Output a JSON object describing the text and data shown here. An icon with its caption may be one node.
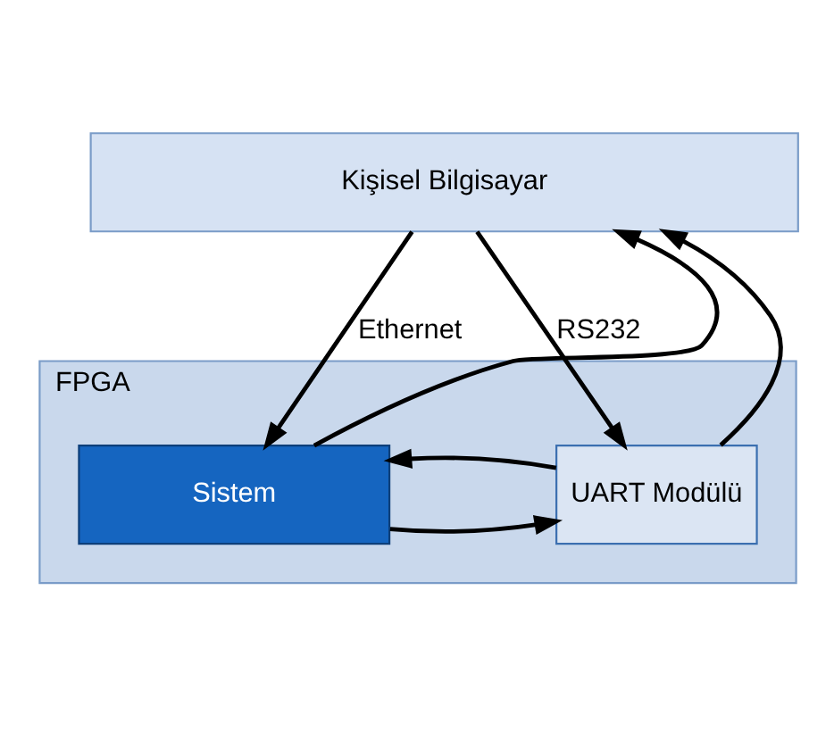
{
  "diagram": {
    "nodes": [
      {
        "text": [
          "Kişisel Bilgisayar"
        ]
      },
      {
        "text": [
          "FPGA"
        ]
      },
      {
        "text": [
          "Sistem"
        ],
        "in": 1
      },
      {
        "text": [
          "UART Modülü"
        ],
        "in": 1
      }
    ],
    "edges": [
      {
        "from": 2,
        "to": 0,
        "arrow": "to"
      },
      {
        "from": 0,
        "to": 2,
        "arrow": "to",
        "label": "Ethernet"
      },
      {
        "from": 3,
        "to": 0,
        "arrow": "to"
      },
      {
        "from": 0,
        "to": 3,
        "arrow": "to",
        "label": "RS232"
      },
      {
        "from": 2,
        "to": 3,
        "arrow": "to"
      },
      {
        "from": 3,
        "to": 2,
        "arrow": "to"
      }
    ]
  }
}
